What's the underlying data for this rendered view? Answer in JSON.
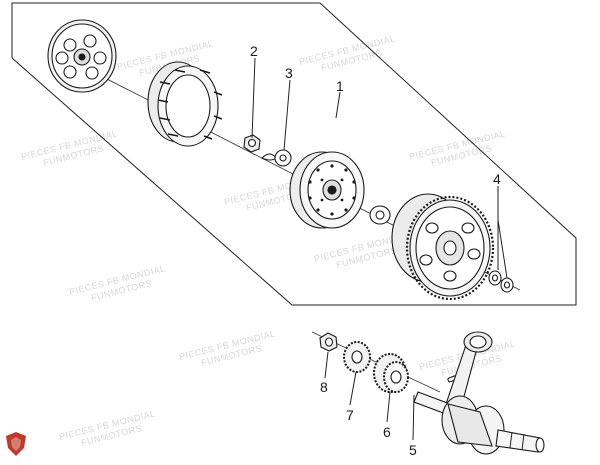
{
  "diagram": {
    "callouts": [
      {
        "id": "1",
        "label": "1"
      },
      {
        "id": "2",
        "label": "2"
      },
      {
        "id": "3",
        "label": "3"
      },
      {
        "id": "4",
        "label": "4"
      },
      {
        "id": "5",
        "label": "5"
      },
      {
        "id": "6",
        "label": "6"
      },
      {
        "id": "7",
        "label": "7"
      },
      {
        "id": "8",
        "label": "8"
      }
    ],
    "watermark": {
      "line1": "PIECES FB MONDIAL",
      "line2": "FUNMOTORS"
    }
  },
  "colors": {
    "ink": "#1a1a1a",
    "watermark": "#d6d6d6",
    "logo": "#c0392b"
  },
  "icons": {
    "brand_logo": "shield-logo-icon"
  }
}
